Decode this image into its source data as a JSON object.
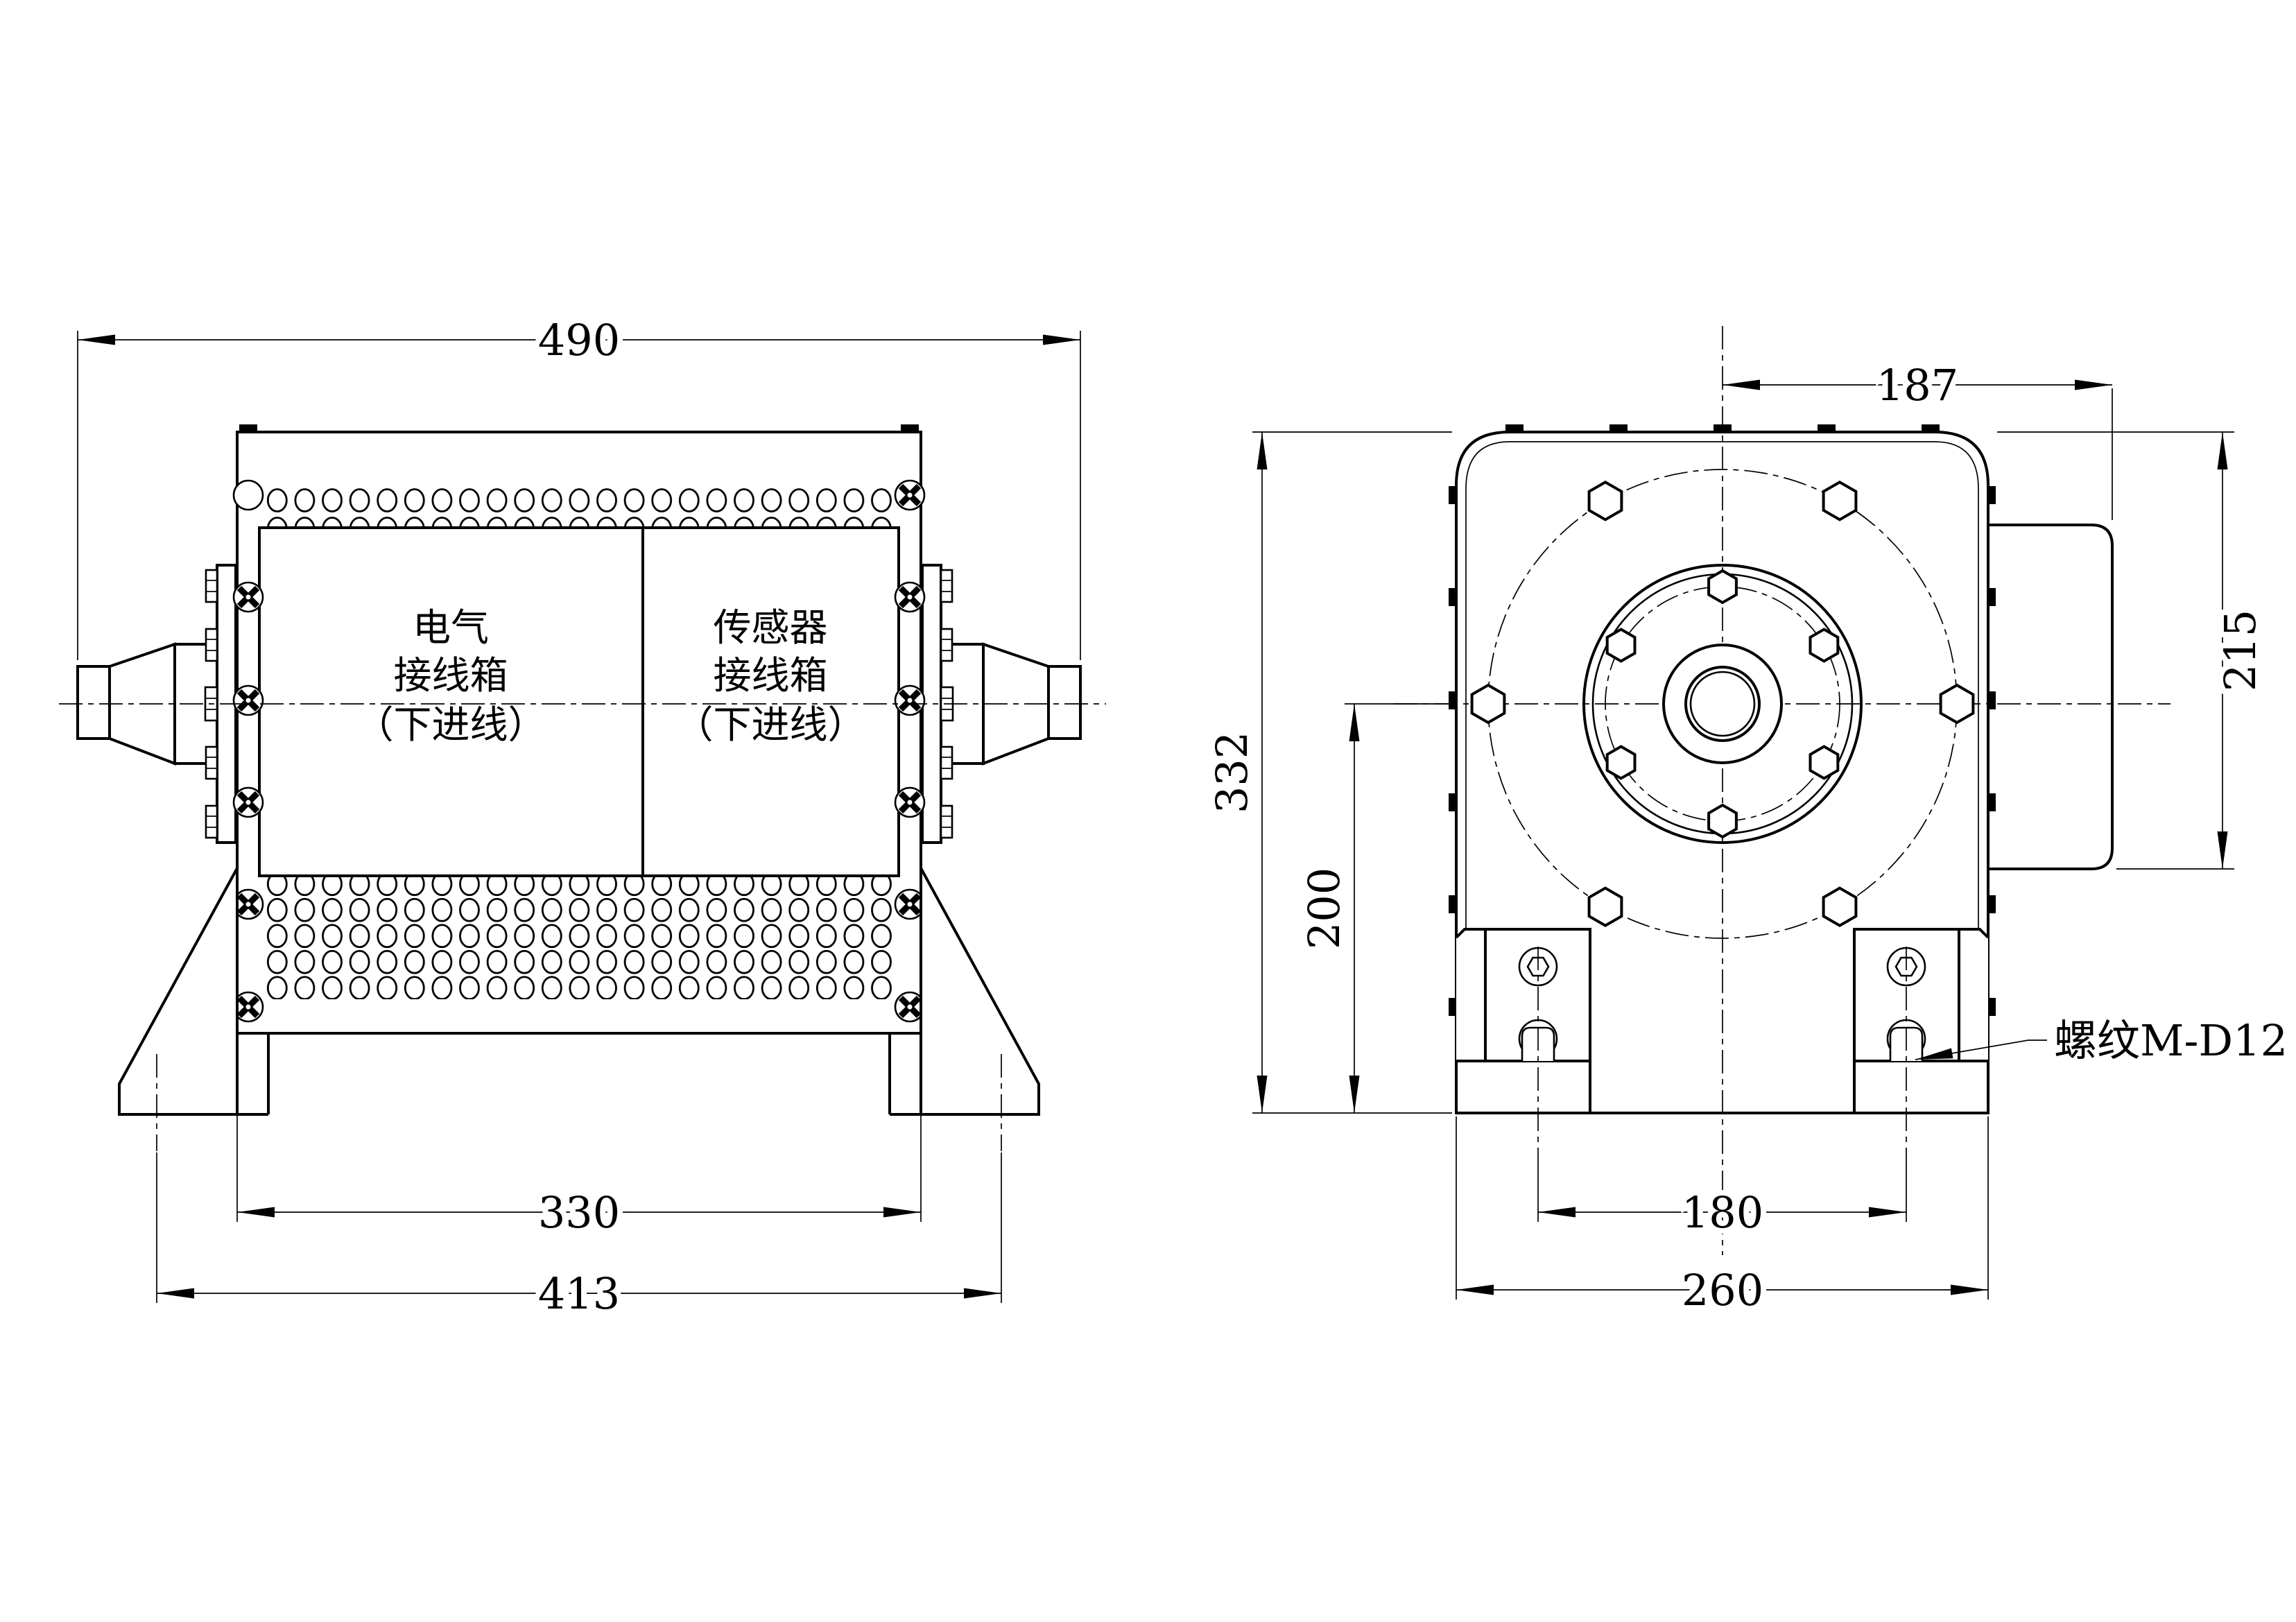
{
  "drawing": {
    "front_view": {
      "dim_overall_width": "490",
      "dim_body_width": "330",
      "dim_foot_bolt_spacing": "413",
      "electrical_box_label": [
        "电气",
        "接线箱",
        "（下进线）"
      ],
      "sensor_box_label": [
        "传感器",
        "接线箱",
        "（下进线）"
      ]
    },
    "side_view": {
      "dim_center_to_rear": "187",
      "dim_top_to_flange_bottom": "215",
      "dim_overall_height": "332",
      "dim_center_height": "200",
      "dim_foot_hole_spacing": "180",
      "dim_overall_depth": "260",
      "thread_note": "螺纹M-D12"
    },
    "colors": {
      "line": "#000000",
      "background": "#ffffff"
    }
  }
}
